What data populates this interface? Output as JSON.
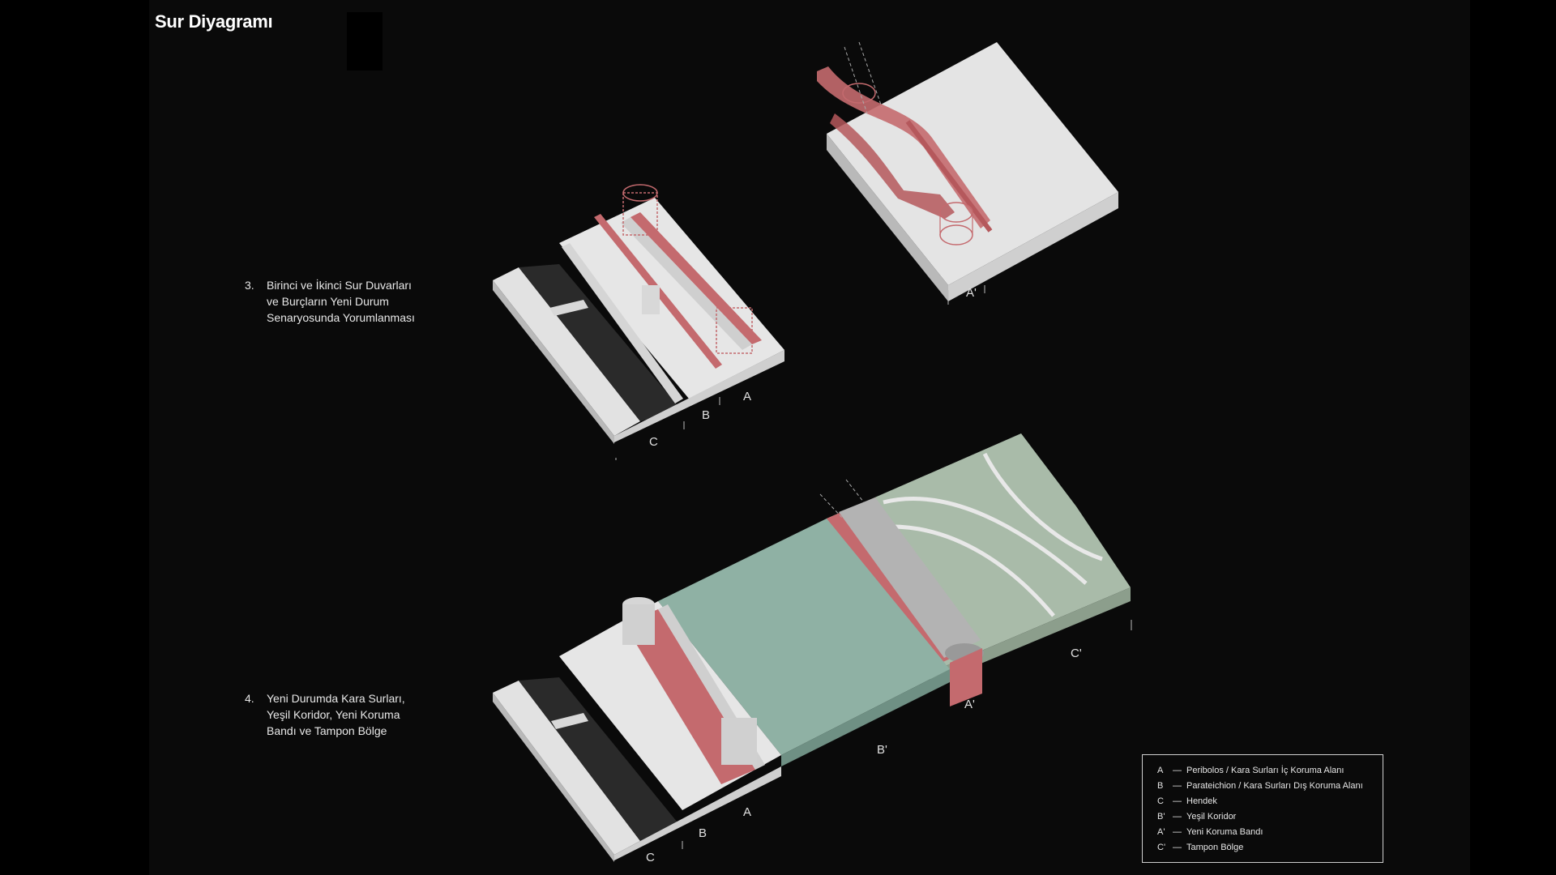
{
  "title": "Sur Diyagramı",
  "scenario_3": {
    "number": "3.",
    "text": "Birinci ve İkinci Sur Duvarları ve Burçların Yeni Durum Senaryosunda Yorumlanması"
  },
  "scenario_4": {
    "number": "4.",
    "text": "Yeni Durumda Kara Surları, Yeşil Koridor, Yeni Koruma Bandı ve Tampon Bölge"
  },
  "diagram_labels": {
    "top_a_prime": "A'",
    "mid_a": "A",
    "mid_b": "B",
    "mid_c": "C",
    "bot_a": "A",
    "bot_b": "B",
    "bot_c": "C",
    "bot_b_prime": "B'",
    "bot_a_prime": "A'",
    "bot_c_prime": "C'"
  },
  "legend": {
    "dash": "—",
    "items": [
      {
        "key": "A",
        "desc": "Peribolos / Kara Surları İç Koruma Alanı"
      },
      {
        "key": "B",
        "desc": "Parateichion / Kara Surları Dış Koruma Alanı"
      },
      {
        "key": "C",
        "desc": "Hendek"
      },
      {
        "key": "B'",
        "desc": "Yeşil Koridor"
      },
      {
        "key": "A'",
        "desc": "Yeni Koruma Bandı"
      },
      {
        "key": "C'",
        "desc": "Tampon Bölge"
      }
    ]
  },
  "colors": {
    "background": "#0a0a0a",
    "block_top": "#e6e6e6",
    "block_side": "#bdbdbd",
    "wall_red": "#c46a6e",
    "green_corridor": "#8fb1a4",
    "buffer_zone": "#a9bba9",
    "moat": "#2a2a2a"
  }
}
